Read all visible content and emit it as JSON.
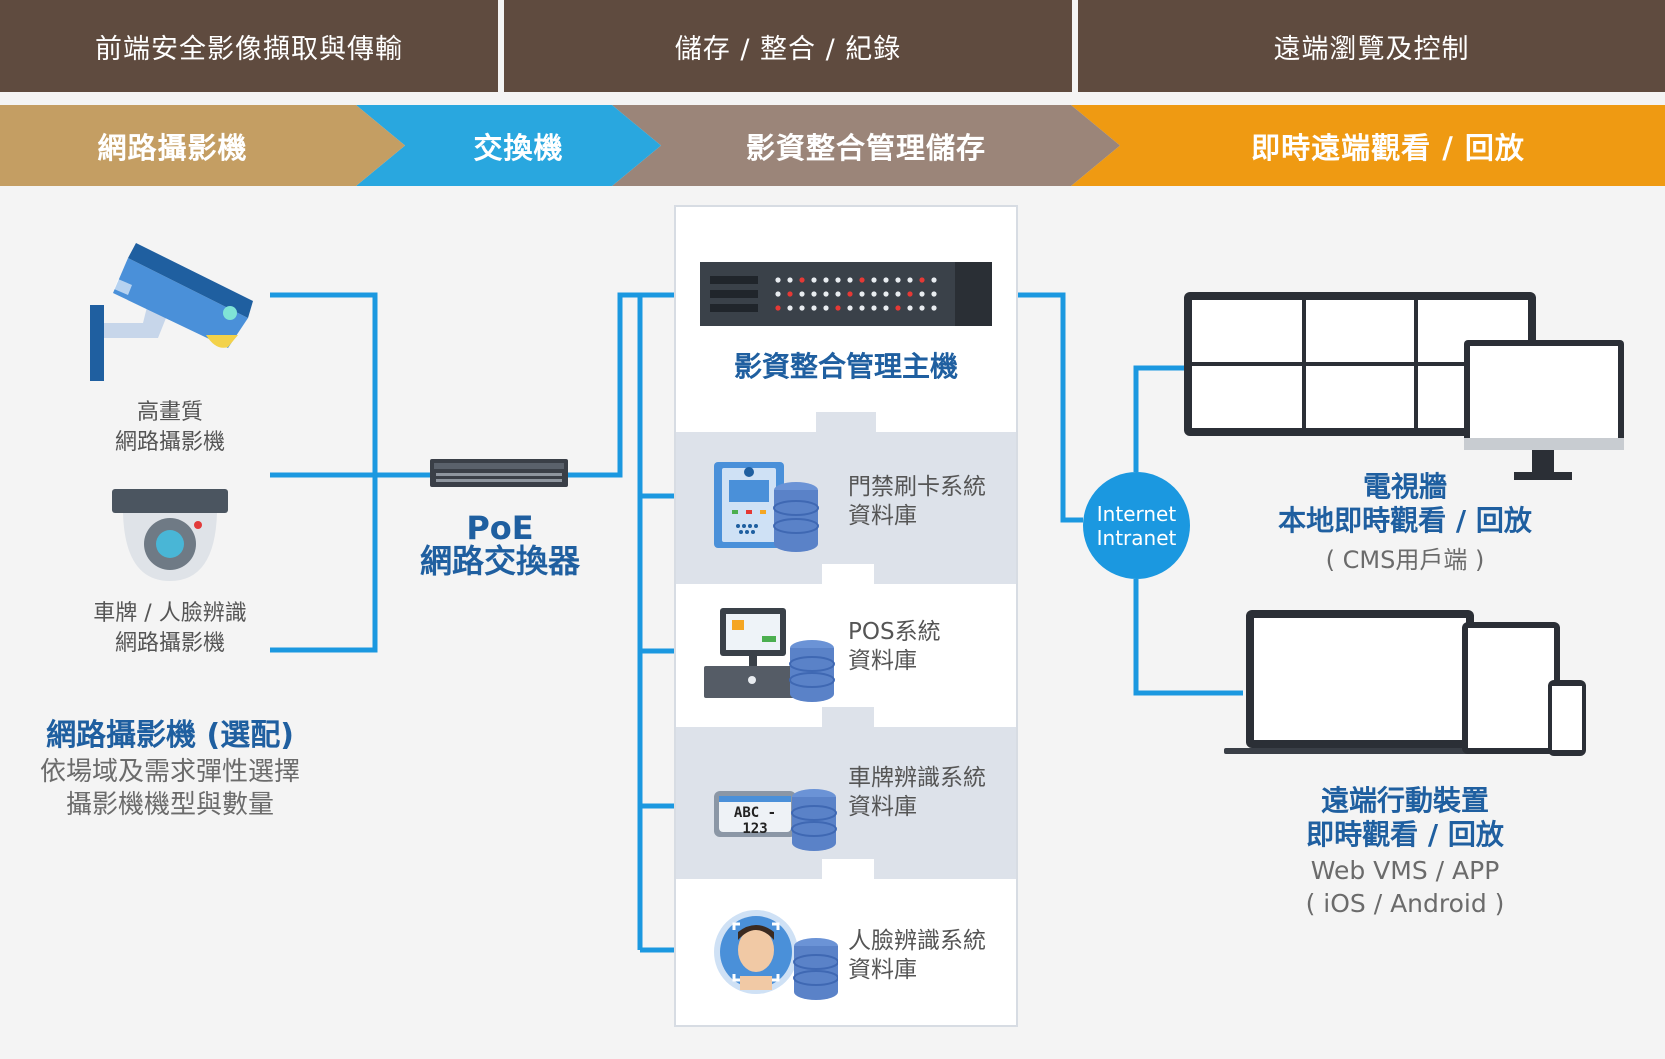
{
  "header": {
    "col1": "前端安全影像擷取與傳輸",
    "col2": "儲存 / 整合 / 紀錄",
    "col3": "遠端瀏覽及控制"
  },
  "flow": {
    "step1": "網路攝影機",
    "step2": "交換機",
    "step3": "影資整合管理儲存",
    "step4": "即時遠端觀看 / 回放"
  },
  "cameras": {
    "hd_line1": "高畫質",
    "hd_line2": "網路攝影機",
    "lpr_line1": "車牌 / 人臉辨識",
    "lpr_line2": "網路攝影機",
    "optional_title": "網路攝影機 (選配)",
    "optional_desc1": "依場域及需求彈性選擇",
    "optional_desc2": "攝影機機型與數量"
  },
  "switch": {
    "line1": "PoE",
    "line2": "網路交換器"
  },
  "host": {
    "title": "影資整合管理主機"
  },
  "databases": [
    {
      "line1": "門禁刷卡系統",
      "line2": "資料庫"
    },
    {
      "line1": "POS系統",
      "line2": "資料庫"
    },
    {
      "line1": "車牌辨識系統",
      "line2": "資料庫"
    },
    {
      "line1": "人臉辨識系統",
      "line2": "資料庫"
    }
  ],
  "plate_text": "ABC - 123",
  "network": {
    "line1": "Internet",
    "line2": "Intranet"
  },
  "tvwall": {
    "line1": "電視牆",
    "line2": "本地即時觀看 / 回放",
    "line3": "( CMS用戶端 )"
  },
  "mobile": {
    "line1": "遠端行動裝置",
    "line2": "即時觀看 / 回放",
    "line3": "Web VMS / APP",
    "line4": "( iOS / Android )"
  },
  "colors": {
    "header": "#5f4b3f",
    "step_camera": "#c49e63",
    "step_switch": "#29a7df",
    "step_storage": "#9b8579",
    "step_remote": "#ef9a12",
    "connector": "#1b98e0",
    "title_blue": "#1f5fa0"
  }
}
